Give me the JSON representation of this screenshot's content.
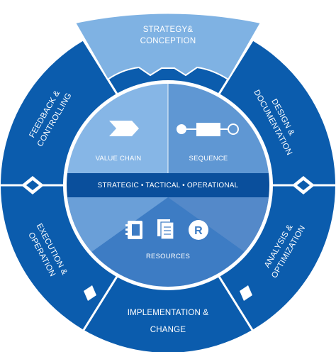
{
  "colors": {
    "outer_ring": "#0b5cad",
    "highlight_segment": "#7fb2e3",
    "inner_band": "#0a4f9c",
    "inner_light": "#86b6e6",
    "inner_mid": "#6a9fd8",
    "inner_dark": "#3d7cc4",
    "separator": "#ffffff"
  },
  "cycle": {
    "strategy": {
      "line1": "STRATEGY&",
      "line2": "CONCEPTION"
    },
    "design": {
      "line1": "DESIGN &",
      "line2": "DOCUMENTATION"
    },
    "analysis": {
      "line1": "ANALYSIS &",
      "line2": "OPTIMIZATION"
    },
    "implementation": {
      "line1": "IMPLEMENTATION &",
      "line2": "CHANGE"
    },
    "execution": {
      "line1": "EXECUTION &",
      "line2": "OPERATION"
    },
    "feedback": {
      "line1": "FEEDBACK &",
      "line2": "CONTROLLING"
    }
  },
  "core": {
    "value_chain": "VALUE CHAIN",
    "sequence": "SEQUENCE",
    "band": "STRATEGIC • TACTICAL • OPERATIONAL",
    "resources": "RESOURCES",
    "registered_mark": "R"
  },
  "icons": [
    "value-chain-arrow-icon",
    "sequence-flow-icon",
    "notebook-icon",
    "documents-icon",
    "registered-icon"
  ]
}
